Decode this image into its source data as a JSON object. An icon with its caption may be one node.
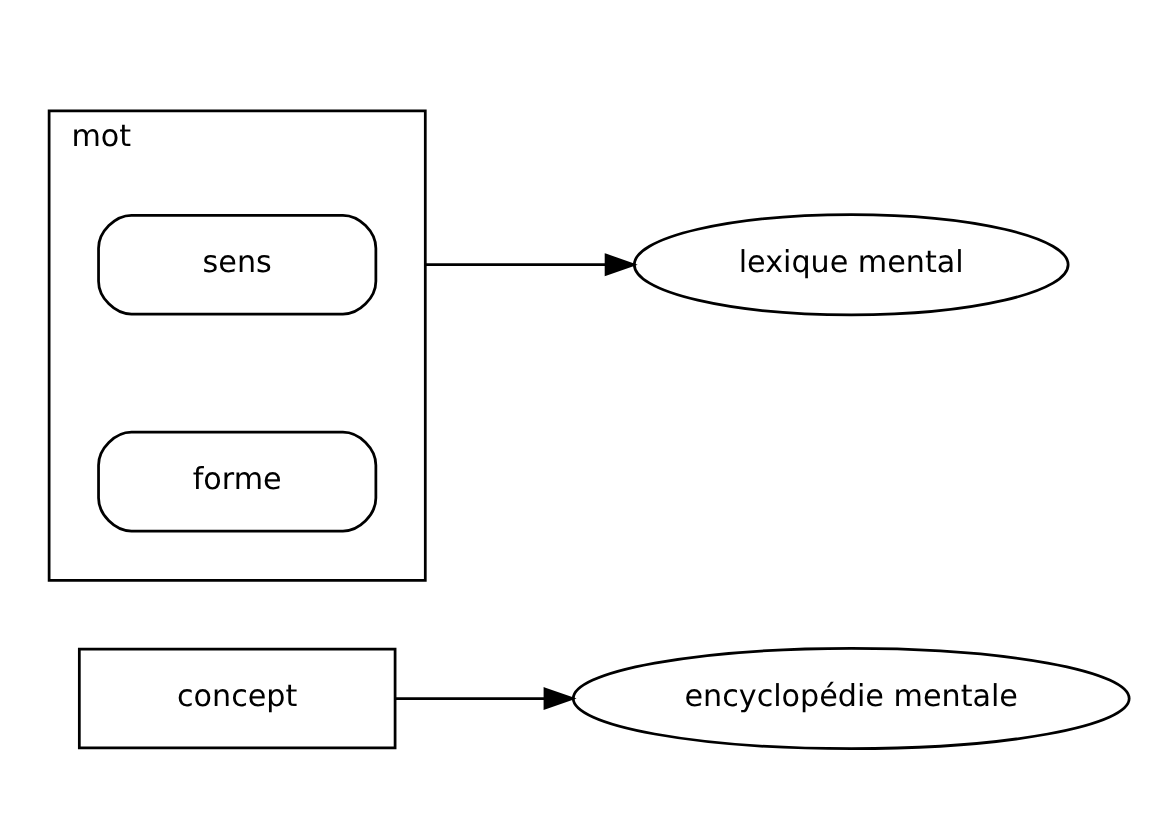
{
  "diagram": {
    "nodes": [
      {
        "text": [
          "concept"
        ]
      },
      {
        "text": [
          "encyclopédie mentale"
        ]
      },
      {
        "text": [
          "mot"
        ]
      },
      {
        "text": [
          "sens"
        ],
        "in": 2
      },
      {
        "text": [
          "forme"
        ],
        "in": 2
      },
      {
        "text": [
          "lexique mental"
        ]
      }
    ],
    "edges": [
      {
        "from": 0,
        "to": 1,
        "arrow": "to"
      },
      {
        "from": 2,
        "to": 5,
        "arrow": "to"
      }
    ]
  }
}
